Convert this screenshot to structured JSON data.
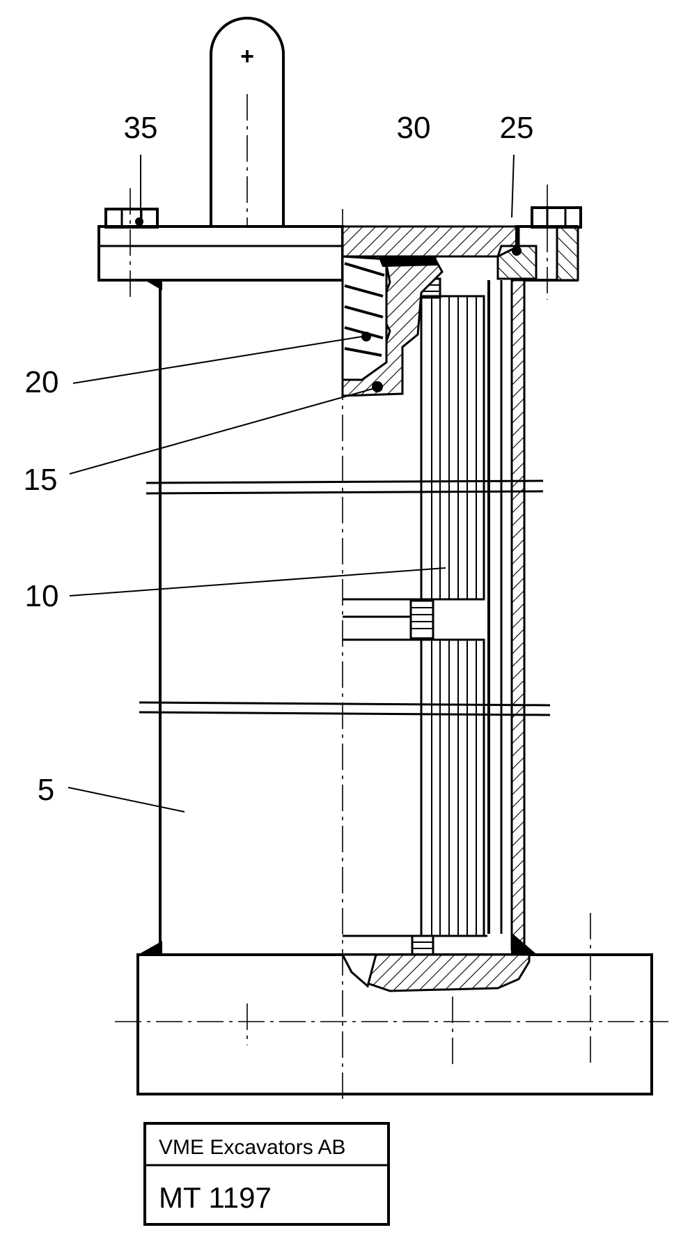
{
  "center_mark": "+",
  "callouts": [
    {
      "id": "35",
      "label": "35"
    },
    {
      "id": "30",
      "label": "30"
    },
    {
      "id": "25",
      "label": "25"
    },
    {
      "id": "20",
      "label": "20"
    },
    {
      "id": "15",
      "label": "15"
    },
    {
      "id": "10",
      "label": "10"
    },
    {
      "id": "5",
      "label": "5"
    }
  ],
  "title_block": {
    "company": "VME Excavators AB",
    "drawing_number": "MT 1197"
  }
}
